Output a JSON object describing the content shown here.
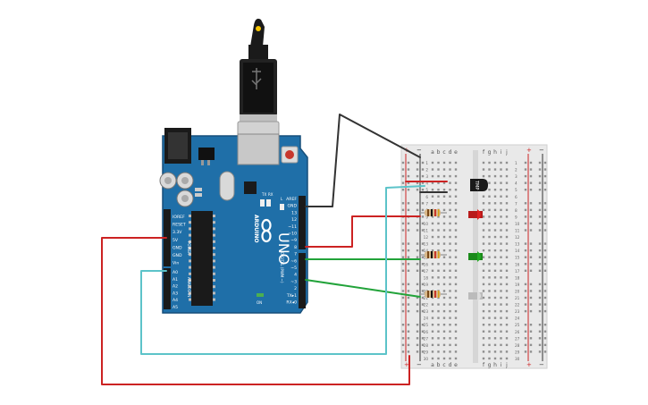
{
  "arduino": {
    "brand": "ARDUINO",
    "model": "UNO",
    "power_label": "POWER",
    "analog_label": "ANALOG IN",
    "digital_label": "DIGITAL (PWM ~)",
    "on_label": "ON",
    "led_l": "L",
    "led_tx": "TX",
    "led_rx": "RX",
    "power_pins": [
      "IOREF",
      "RESET",
      "3.3V",
      "5V",
      "GND",
      "GND",
      "Vin"
    ],
    "analog_pins": [
      "A0",
      "A1",
      "A2",
      "A3",
      "A4",
      "A5"
    ],
    "digital_pins": [
      "AREF",
      "GND",
      "13",
      "12",
      "~11",
      "~10",
      "~9",
      "8",
      "7",
      "~6",
      "~5",
      "4",
      "~3",
      "2",
      "TX▸1",
      "RX◂0"
    ]
  },
  "breadboard": {
    "col_letters_left": [
      "a",
      "b",
      "c",
      "d",
      "e"
    ],
    "col_letters_right": [
      "f",
      "g",
      "h",
      "i",
      "j"
    ],
    "plus": "+",
    "minus": "−",
    "row_count": 30
  },
  "sensor": {
    "label": "TMP"
  },
  "colors": {
    "board": "#1f6fa8",
    "wire_red": "#cc2222",
    "wire_black": "#333333",
    "wire_green": "#22a33a",
    "wire_cyan": "#5cc3c9",
    "led_red": "#e02020",
    "led_green": "#22aa22",
    "led_white": "#cccccc"
  }
}
